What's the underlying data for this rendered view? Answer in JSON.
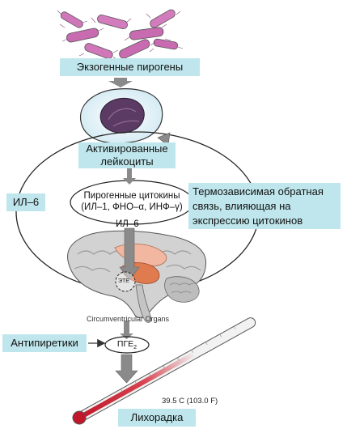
{
  "labels": {
    "exogenous_pyrogens": "Экзогенные пирогены",
    "activated_leukocytes_line1": "Активированные",
    "activated_leukocytes_line2": "лейкоциты",
    "il6_left": "ИЛ–6",
    "pyrogenic_cytokines_line1": "Пирогенные цитокины",
    "pyrogenic_cytokines_line2": "(ИЛ–1, ФНО–α, ИНФ–γ)",
    "il6_center": "ИЛ–6",
    "feedback_line1": "Термозависимая обратная",
    "feedback_line2": "связь, влияющая на",
    "feedback_line3": "экспрессию цитокинов",
    "circumventricular_organs": "Circumventricular Organs",
    "cvo_marker": "ЭТЕ",
    "antipyretics": "Антипиретики",
    "pge2_main": "ПГЕ",
    "pge2_sub": "2",
    "thermometer_reading": "39.5 C (103.0 F)",
    "fever": "Лихорадка"
  },
  "colors": {
    "label_background": "#bfe6ec",
    "arrow_gray": "#8a8a8a",
    "bacteria": "#c86bb0",
    "brain_gray": "#c9c9c9",
    "hypothalamus": "#e07a4f",
    "thermometer_red": "#c0182a"
  },
  "icons": {
    "bacteria": "bacteria-cluster-icon",
    "leukocyte": "leukocyte-cell-icon",
    "brain": "brain-section-icon",
    "thermometer": "thermometer-icon"
  }
}
